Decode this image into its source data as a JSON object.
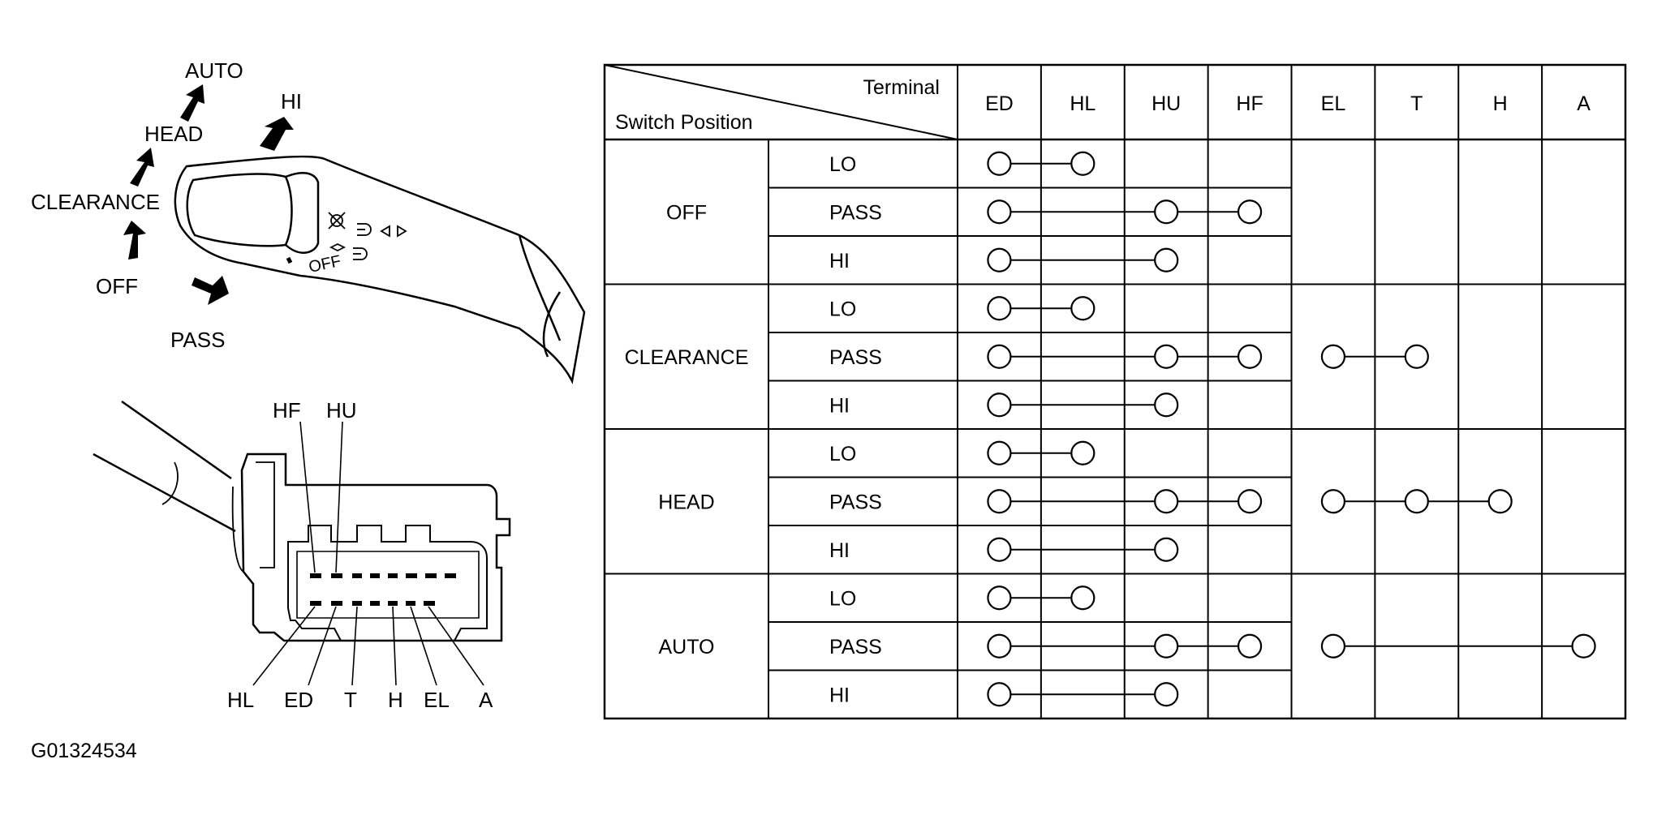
{
  "lever": {
    "positions": [
      "AUTO",
      "HEAD",
      "CLEARANCE",
      "OFF"
    ],
    "beam": {
      "up": "HI",
      "down": "PASS"
    },
    "symbol_text": "OFF"
  },
  "connector": {
    "top_labels": [
      "HF",
      "HU"
    ],
    "bottom_labels": [
      "HL",
      "ED",
      "T",
      "H",
      "EL",
      "A"
    ]
  },
  "table": {
    "header_terminal": "Terminal",
    "header_switch": "Switch Position",
    "terminals": [
      "ED",
      "HL",
      "HU",
      "HF",
      "EL",
      "T",
      "H",
      "A"
    ],
    "groups": [
      {
        "position": "OFF",
        "rows": [
          {
            "sub": "LO",
            "continuity": [
              [
                "ED",
                "HL"
              ]
            ]
          },
          {
            "sub": "PASS",
            "continuity": [
              [
                "ED",
                "HU",
                "HF"
              ]
            ]
          },
          {
            "sub": "HI",
            "continuity": [
              [
                "ED",
                "HU"
              ]
            ]
          }
        ]
      },
      {
        "position": "CLEARANCE",
        "rows": [
          {
            "sub": "LO",
            "continuity": [
              [
                "ED",
                "HL"
              ]
            ]
          },
          {
            "sub": "PASS",
            "continuity": [
              [
                "ED",
                "HU",
                "HF"
              ],
              [
                "EL",
                "T"
              ]
            ]
          },
          {
            "sub": "HI",
            "continuity": [
              [
                "ED",
                "HU"
              ]
            ]
          }
        ]
      },
      {
        "position": "HEAD",
        "rows": [
          {
            "sub": "LO",
            "continuity": [
              [
                "ED",
                "HL"
              ]
            ]
          },
          {
            "sub": "PASS",
            "continuity": [
              [
                "ED",
                "HU",
                "HF"
              ],
              [
                "EL",
                "T",
                "H"
              ]
            ]
          },
          {
            "sub": "HI",
            "continuity": [
              [
                "ED",
                "HU"
              ]
            ]
          }
        ]
      },
      {
        "position": "AUTO",
        "rows": [
          {
            "sub": "LO",
            "continuity": [
              [
                "ED",
                "HL"
              ]
            ]
          },
          {
            "sub": "PASS",
            "continuity": [
              [
                "ED",
                "HU",
                "HF"
              ],
              [
                "EL",
                "A"
              ]
            ]
          },
          {
            "sub": "HI",
            "continuity": [
              [
                "ED",
                "HU"
              ]
            ]
          }
        ]
      }
    ]
  },
  "figure_id": "G01324534"
}
